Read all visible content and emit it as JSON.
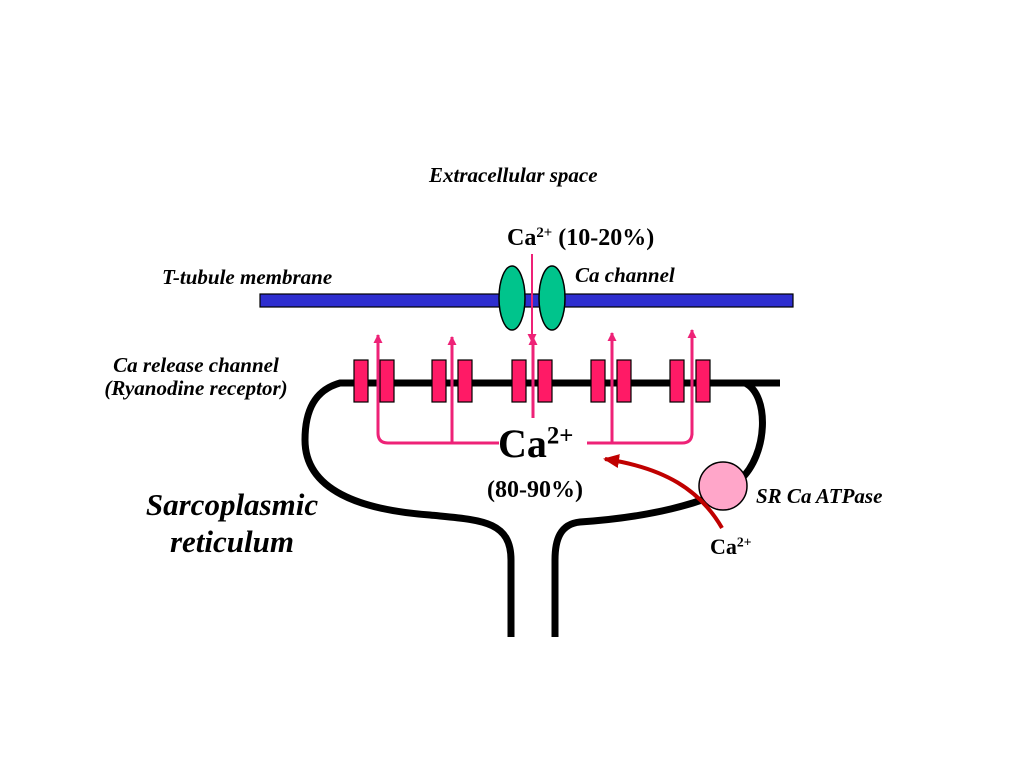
{
  "labels": {
    "extracellular": "Extracellular space",
    "ca_top_ion": "Ca",
    "ca_top_charge": "2+",
    "ca_top_pct": " (10-20%)",
    "t_tubule": "T-tubule membrane",
    "ca_channel": "Ca channel",
    "ryr_line1": "Ca release channel",
    "ryr_line2": "(Ryanodine receptor)",
    "ca_center_ion": "Ca",
    "ca_center_charge": "2+",
    "ca_center_pct": "(80-90%)",
    "sr_line1": "Sarcoplasmic",
    "sr_line2": "reticulum",
    "serca": "SR Ca ATPase",
    "ca_bottom_ion": "Ca",
    "ca_bottom_charge": "2+"
  },
  "colors": {
    "membrane": "#2e2ecf",
    "ca_channel": "#00c48c",
    "ryanodine_receptor": "#ff1a66",
    "release_arrow": "#ee2277",
    "serca_pump": "#ffa6c9",
    "pump_arrow": "#c00000",
    "sr_outline": "#000000"
  }
}
